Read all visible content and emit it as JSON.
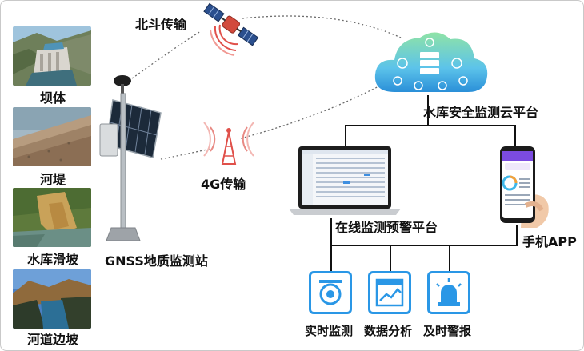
{
  "photos": [
    {
      "label": "坝体",
      "icon": "dam-photo"
    },
    {
      "label": "河堤",
      "icon": "riverbank-photo"
    },
    {
      "label": "水库滑坡",
      "icon": "landslide-photo"
    },
    {
      "label": "河道边坡",
      "icon": "river-slope-photo"
    }
  ],
  "station": {
    "label": "GNSS地质监测站"
  },
  "links": {
    "beidou": "北斗传输",
    "cellular": "4G传输"
  },
  "cloud": {
    "label": "水库安全监测云平台"
  },
  "platform": {
    "label": "在线监测预警平台"
  },
  "mobile": {
    "label": "手机APP"
  },
  "features": [
    {
      "label": "实时监测",
      "icon": "camera-icon"
    },
    {
      "label": "数据分析",
      "icon": "chart-icon"
    },
    {
      "label": "及时警报",
      "icon": "alarm-icon"
    }
  ],
  "colors": {
    "accent": "#2a97e6",
    "signal": "#e0504a",
    "cloud": "#5cc3ea"
  }
}
